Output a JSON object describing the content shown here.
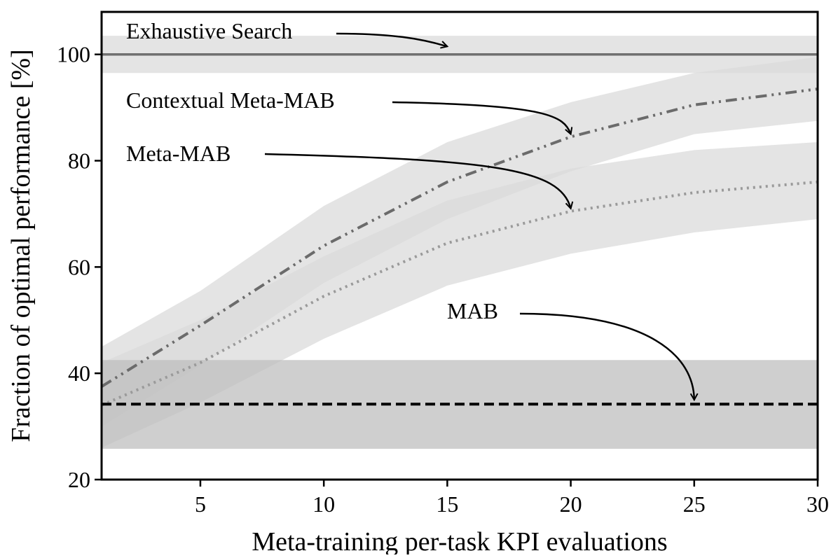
{
  "chart_data": {
    "type": "line",
    "title": "",
    "xlabel": "Meta-training per-task KPI evaluations",
    "ylabel": "Fraction of optimal performance [%]",
    "xlim": [
      1,
      30
    ],
    "ylim": [
      20,
      108
    ],
    "x_ticks": [
      5,
      10,
      15,
      20,
      25,
      30
    ],
    "y_ticks": [
      20,
      40,
      60,
      80,
      100
    ],
    "grid": false,
    "legend": "none (series labeled by annotations with arrows)",
    "series": [
      {
        "name": "Exhaustive Search",
        "style": "solid",
        "color": "#707070",
        "band_color": "#d9d9d9",
        "x": [
          1,
          30
        ],
        "mean": [
          100,
          100
        ],
        "lower": [
          96.5,
          96.5
        ],
        "upper": [
          103.5,
          103.5
        ]
      },
      {
        "name": "Contextual Meta-MAB",
        "style": "dashdotdot",
        "color": "#6b6b6b",
        "band_color": "#d9d9d9",
        "x": [
          1,
          5,
          10,
          15,
          20,
          25,
          30
        ],
        "mean": [
          37.5,
          49,
          64,
          76,
          84.5,
          90.5,
          93.5
        ],
        "lower": [
          30,
          41.5,
          57,
          69,
          78,
          85,
          87.5
        ],
        "upper": [
          45,
          55.5,
          71.5,
          83.5,
          91,
          96.5,
          99.5
        ]
      },
      {
        "name": "Meta-MAB",
        "style": "dotted",
        "color": "#9a9a9a",
        "band_color": "#d9d9d9",
        "x": [
          1,
          5,
          10,
          15,
          20,
          25,
          30
        ],
        "mean": [
          34,
          42,
          54.5,
          64.5,
          70.5,
          74,
          76
        ],
        "lower": [
          26,
          34.5,
          46.5,
          56.5,
          62.5,
          66.5,
          69
        ],
        "upper": [
          42,
          50,
          62,
          72.5,
          78.5,
          82,
          83.5
        ]
      },
      {
        "name": "MAB",
        "style": "dashed",
        "color": "#000000",
        "band_color": "#bdbdbd",
        "x": [
          1,
          30
        ],
        "mean": [
          34.2,
          34.2
        ],
        "lower": [
          25.8,
          25.8
        ],
        "upper": [
          42.5,
          42.5
        ]
      }
    ],
    "annotations": [
      {
        "text": "Exhaustive Search",
        "target": [
          15,
          101.5
        ]
      },
      {
        "text": "Contextual Meta-MAB",
        "target": [
          20,
          85
        ]
      },
      {
        "text": "Meta-MAB",
        "target": [
          20,
          71
        ]
      },
      {
        "text": "MAB",
        "target": [
          25,
          35
        ]
      }
    ]
  }
}
